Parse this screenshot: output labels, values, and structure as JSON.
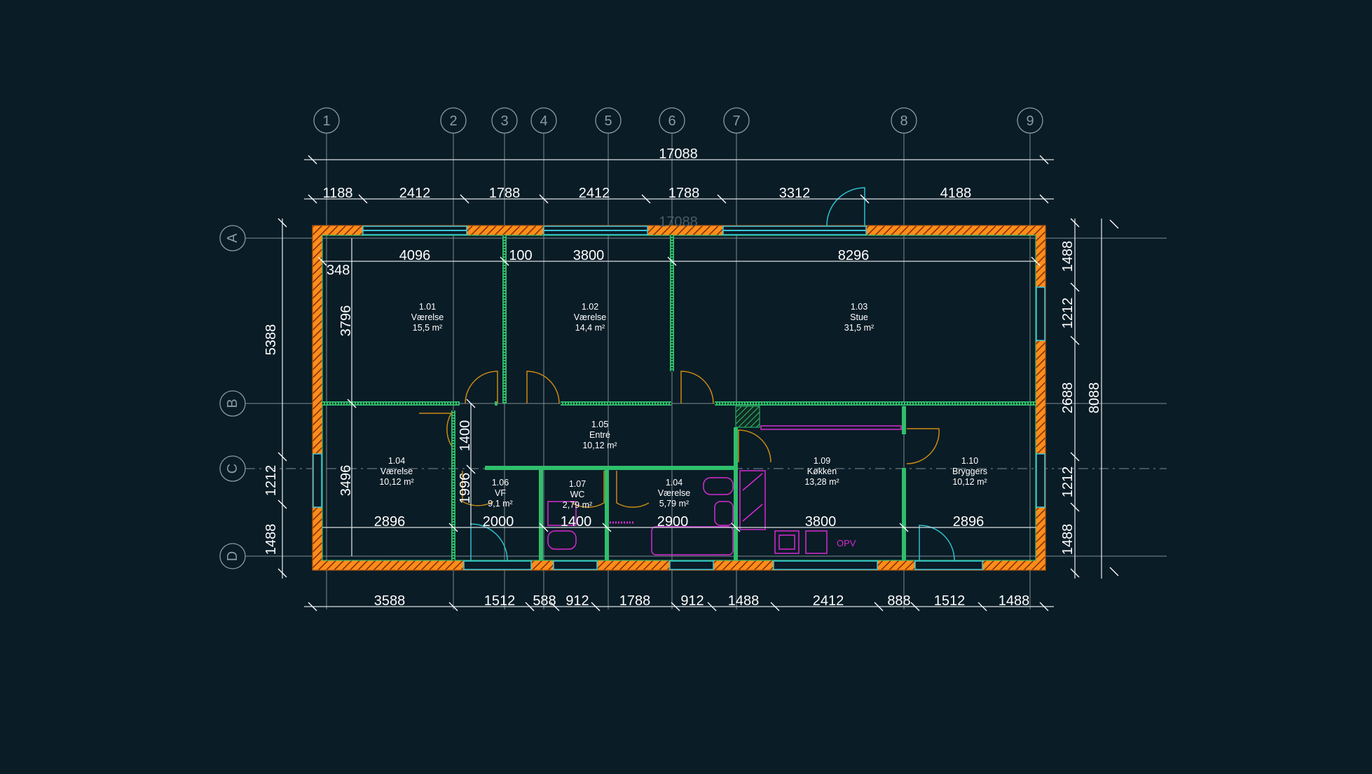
{
  "plan": {
    "grid_columns": [
      "1",
      "2",
      "3",
      "4",
      "5",
      "6",
      "7",
      "8",
      "9"
    ],
    "grid_rows": [
      "A",
      "B",
      "C",
      "D"
    ],
    "top_overall": "17088",
    "top_segments": [
      "1188",
      "2412",
      "1788",
      "2412",
      "1788",
      "3312",
      "4188"
    ],
    "inner_overall": "17088",
    "inner_top": [
      "4096",
      "100",
      "3800",
      "8296"
    ],
    "bottom_segments": [
      "3588",
      "1512",
      "588",
      "912",
      "1788",
      "912",
      "1488",
      "2412",
      "888",
      "1512",
      "1488"
    ],
    "lower_inner": [
      "2896",
      "2000",
      "1400",
      "2900",
      "3800",
      "2896"
    ],
    "left_overall_upper": "5388",
    "left_lower": [
      "1212",
      "1488"
    ],
    "left_inner": [
      "348",
      "3796",
      "3496",
      "1400",
      "1996"
    ],
    "right_segments": [
      "1488",
      "1212",
      "2688",
      "1212",
      "1488"
    ],
    "right_overall": "8088",
    "opv_label": "OPV"
  },
  "rooms": [
    {
      "id": "1.01",
      "name": "Værelse",
      "area": "15,5 m²"
    },
    {
      "id": "1.02",
      "name": "Værelse",
      "area": "14,4 m²"
    },
    {
      "id": "1.03",
      "name": "Stue",
      "area": "31,5 m²"
    },
    {
      "id": "1.04",
      "name": "Værelse",
      "area": "10,12 m²"
    },
    {
      "id": "1.05",
      "name": "Entré",
      "area": "10,12 m²"
    },
    {
      "id": "1.06",
      "name": "VF",
      "area": "9,1 m²"
    },
    {
      "id": "1.07",
      "name": "WC",
      "area": "2,79 m²"
    },
    {
      "id": "1.04",
      "name": "Værelse",
      "area": "5,79 m²"
    },
    {
      "id": "1.09",
      "name": "Køkken",
      "area": "13,28 m²"
    },
    {
      "id": "1.10",
      "name": "Bryggers",
      "area": "10,12 m²"
    }
  ]
}
